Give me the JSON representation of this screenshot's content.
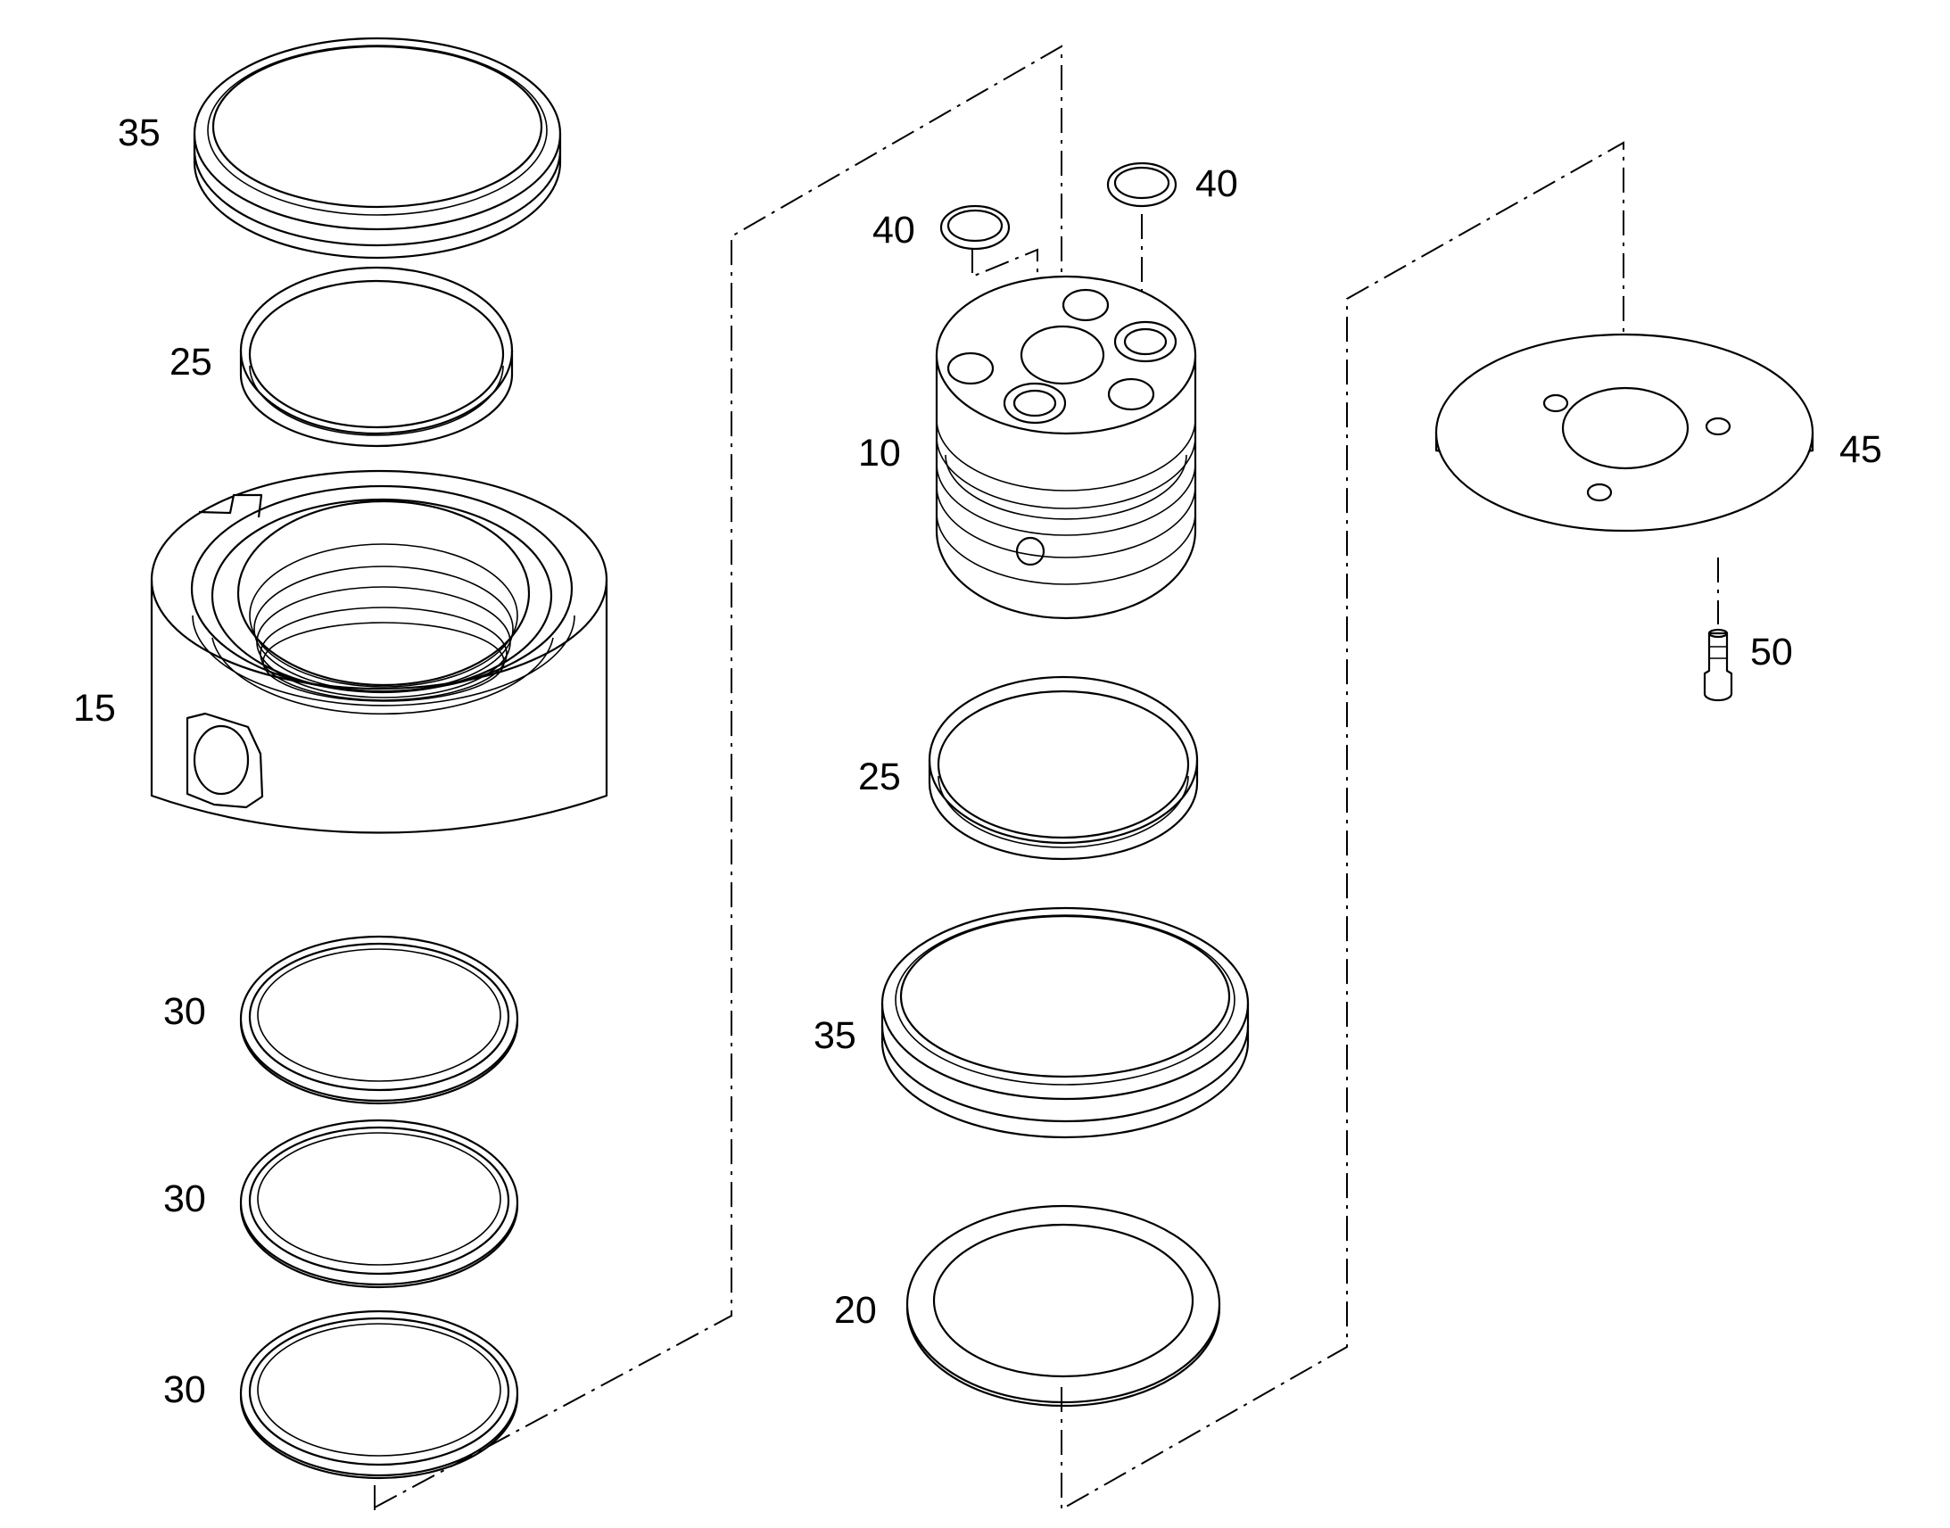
{
  "callouts": {
    "left_35": "35",
    "left_25": "25",
    "left_15": "15",
    "left_30_a": "30",
    "left_30_b": "30",
    "left_30_c": "30",
    "center_40_a": "40",
    "center_40_b": "40",
    "center_10": "10",
    "center_25": "25",
    "center_35": "35",
    "center_20": "20",
    "right_45": "45",
    "right_50": "50"
  }
}
